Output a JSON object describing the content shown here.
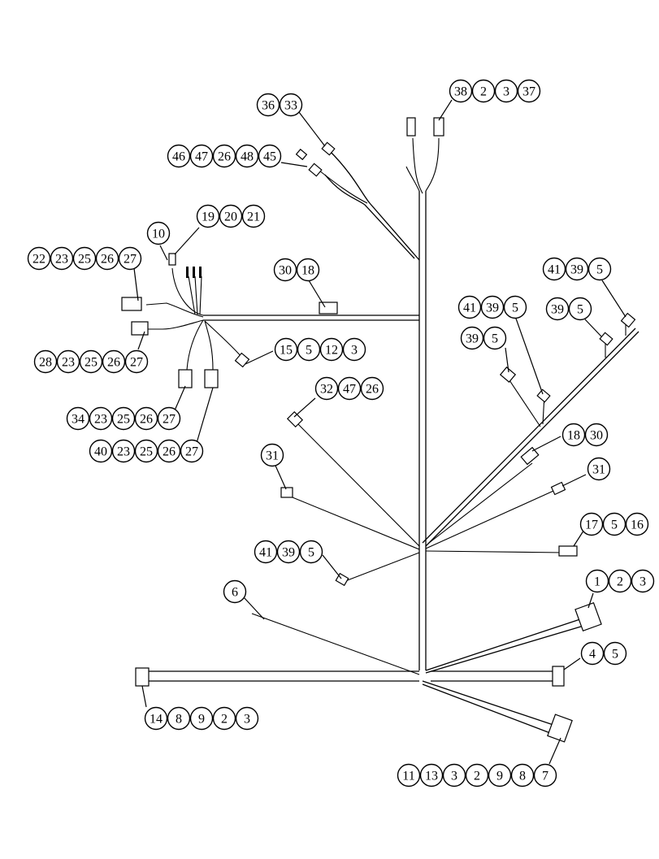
{
  "callouts": [
    {
      "id": "c-36-33",
      "labels": [
        "36",
        "33"
      ]
    },
    {
      "id": "c-38-2-3-37",
      "labels": [
        "38",
        "2",
        "3",
        "37"
      ]
    },
    {
      "id": "c-46-47-26-48-45",
      "labels": [
        "46",
        "47",
        "26",
        "48",
        "45"
      ]
    },
    {
      "id": "c-19-20-21",
      "labels": [
        "19",
        "20",
        "21"
      ]
    },
    {
      "id": "c-10",
      "labels": [
        "10"
      ]
    },
    {
      "id": "c-22-23-25-26-27",
      "labels": [
        "22",
        "23",
        "25",
        "26",
        "27"
      ]
    },
    {
      "id": "c-30-18",
      "labels": [
        "30",
        "18"
      ]
    },
    {
      "id": "c-41-39-5-a",
      "labels": [
        "41",
        "39",
        "5"
      ]
    },
    {
      "id": "c-41-39-5-b",
      "labels": [
        "41",
        "39",
        "5"
      ]
    },
    {
      "id": "c-39-5-a",
      "labels": [
        "39",
        "5"
      ]
    },
    {
      "id": "c-39-5-b",
      "labels": [
        "39",
        "5"
      ]
    },
    {
      "id": "c-28-23-25-26-27",
      "labels": [
        "28",
        "23",
        "25",
        "26",
        "27"
      ]
    },
    {
      "id": "c-15-5-12-3",
      "labels": [
        "15",
        "5",
        "12",
        "3"
      ]
    },
    {
      "id": "c-32-47-26",
      "labels": [
        "32",
        "47",
        "26"
      ]
    },
    {
      "id": "c-34-23-25-26-27",
      "labels": [
        "34",
        "23",
        "25",
        "26",
        "27"
      ]
    },
    {
      "id": "c-40-23-25-26-27",
      "labels": [
        "40",
        "23",
        "25",
        "26",
        "27"
      ]
    },
    {
      "id": "c-18-30",
      "labels": [
        "18",
        "30"
      ]
    },
    {
      "id": "c-31-a",
      "labels": [
        "31"
      ]
    },
    {
      "id": "c-31-b",
      "labels": [
        "31"
      ]
    },
    {
      "id": "c-17-5-16",
      "labels": [
        "17",
        "5",
        "16"
      ]
    },
    {
      "id": "c-41-39-5-c",
      "labels": [
        "41",
        "39",
        "5"
      ]
    },
    {
      "id": "c-6",
      "labels": [
        "6"
      ]
    },
    {
      "id": "c-1-2-3",
      "labels": [
        "1",
        "2",
        "3"
      ]
    },
    {
      "id": "c-4-5",
      "labels": [
        "4",
        "5"
      ]
    },
    {
      "id": "c-14-8-9-2-3",
      "labels": [
        "14",
        "8",
        "9",
        "2",
        "3"
      ]
    },
    {
      "id": "c-11-13-3-2-9-8-7",
      "labels": [
        "11",
        "13",
        "3",
        "2",
        "9",
        "8",
        "7"
      ]
    }
  ]
}
